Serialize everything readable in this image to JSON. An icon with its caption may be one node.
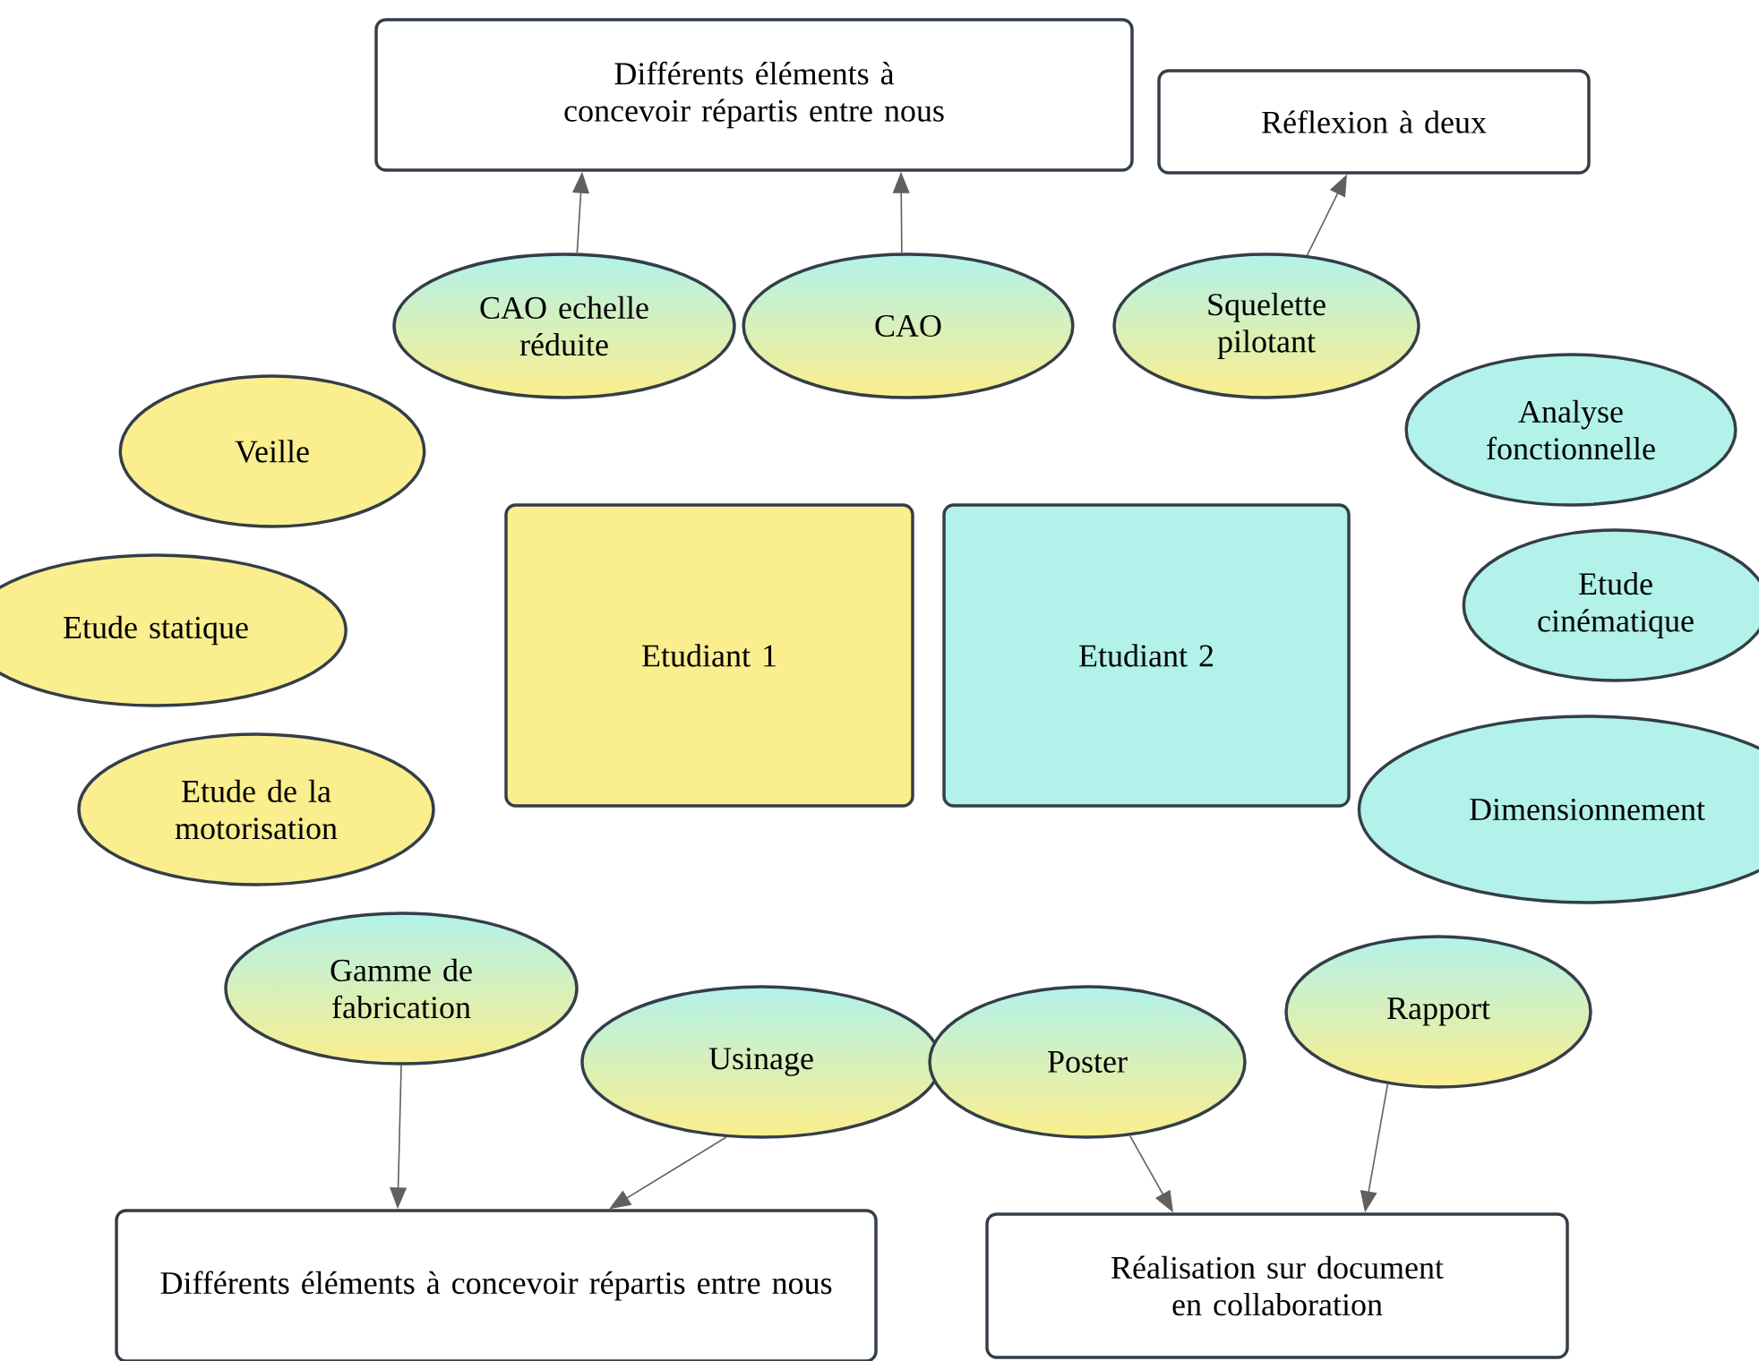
{
  "diagram": {
    "nodes": [
      {
        "text": [
          "Différents éléments à concevoir répartis entre nous"
        ]
      },
      {
        "text": [
          "Réflexion à deux"
        ]
      },
      {
        "text": [
          "CAO echelle réduite"
        ]
      },
      {
        "text": [
          "CAO"
        ]
      },
      {
        "text": [
          "Squelette pilotant"
        ]
      },
      {
        "text": [
          "Veille"
        ]
      },
      {
        "text": [
          "Analyse fonctionnelle"
        ]
      },
      {
        "text": [
          "Etude statique"
        ]
      },
      {
        "text": [
          "Etudiant 1"
        ]
      },
      {
        "text": [
          "Etudiant 2"
        ]
      },
      {
        "text": [
          "Etude cinématique"
        ]
      },
      {
        "text": [
          "Etude de la motorisation"
        ]
      },
      {
        "text": [
          "Dimensionnement"
        ]
      },
      {
        "text": [
          "Gamme de fabrication"
        ]
      },
      {
        "text": [
          "Rapport"
        ]
      },
      {
        "text": [
          "Usinage"
        ]
      },
      {
        "text": [
          "Poster"
        ]
      },
      {
        "text": [
          "Différents éléments à concevoir répartis entre nous"
        ]
      },
      {
        "text": [
          "Réalisation sur document en collaboration"
        ]
      }
    ],
    "edges": [
      {
        "from": 2,
        "to": 0,
        "arrow": "to"
      },
      {
        "from": 3,
        "to": 0,
        "arrow": "to"
      },
      {
        "from": 4,
        "to": 1,
        "arrow": "to"
      },
      {
        "from": 13,
        "to": 17,
        "arrow": "to"
      },
      {
        "from": 15,
        "to": 17,
        "arrow": "to"
      },
      {
        "from": 16,
        "to": 18,
        "arrow": "to"
      },
      {
        "from": 14,
        "to": 18,
        "arrow": "to"
      }
    ]
  }
}
